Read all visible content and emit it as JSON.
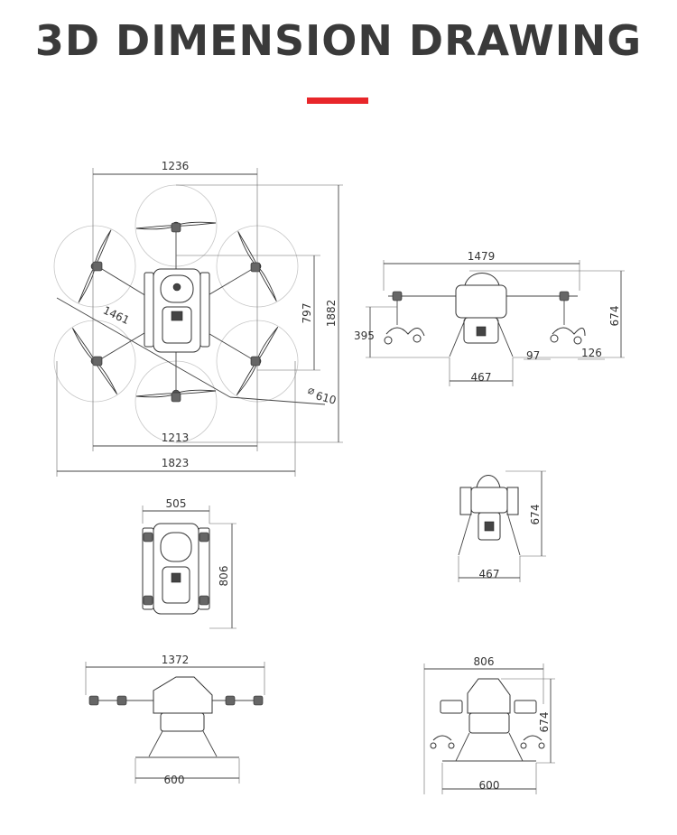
{
  "title": "3D DIMENSION DRAWING",
  "accent_color": "#e8262a",
  "views": {
    "top": {
      "dim_width_1236": "1236",
      "dim_diag_1461": "1461",
      "dim_797": "797",
      "dim_1882": "1882",
      "dim_prop_610": "610",
      "dim_1213": "1213",
      "dim_1823": "1823"
    },
    "front": {
      "dim_1479": "1479",
      "dim_395": "395",
      "dim_674": "674",
      "dim_97": "97",
      "dim_126": "126",
      "dim_467": "467"
    },
    "bottom_top": {
      "dim_505": "505",
      "dim_806": "806"
    },
    "side_small": {
      "dim_674": "674",
      "dim_467": "467"
    },
    "side_wide": {
      "dim_1372": "1372",
      "dim_600": "600"
    },
    "rear": {
      "dim_806": "806",
      "dim_674": "674",
      "dim_600": "600"
    }
  }
}
